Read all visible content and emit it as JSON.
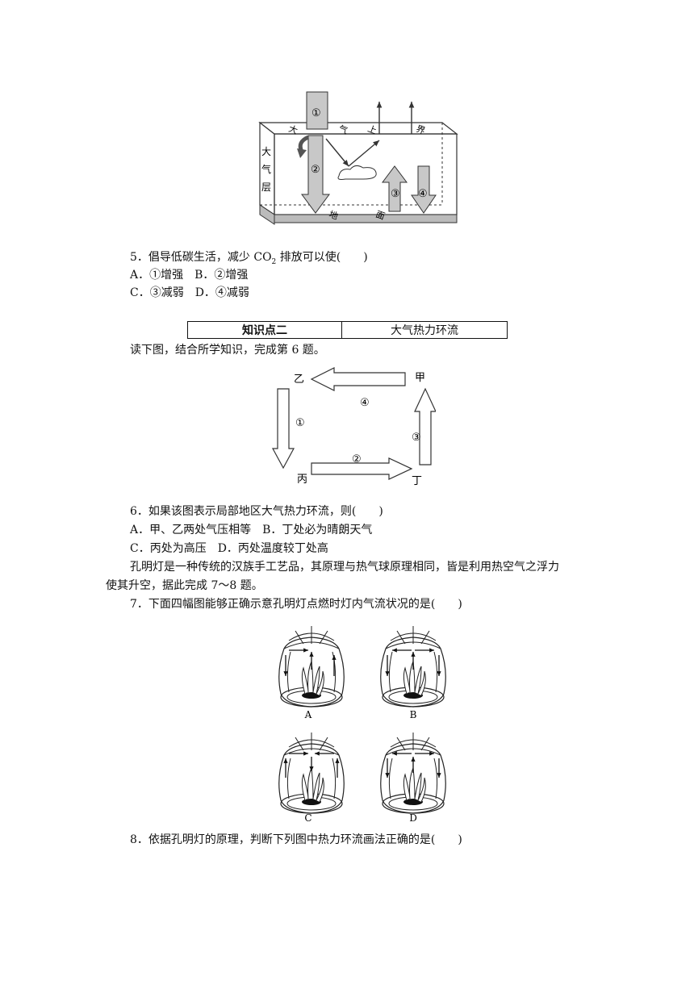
{
  "fig1": {
    "box1_label": "①",
    "side_chars": [
      "大",
      "气",
      "层"
    ],
    "top_chars": [
      "大",
      "气",
      "上",
      "界"
    ],
    "ground_chars": [
      "地",
      "面"
    ],
    "arrow_labels": [
      "②",
      "③",
      "④"
    ]
  },
  "q5": {
    "stem_pre": "5．倡导低碳生活，减少 CO",
    "stem_sub": "2",
    "stem_post": " 排放可以使(　　)",
    "line1": "A．①增强　B．②增强",
    "line2": "C．③减弱　D．④减弱"
  },
  "knowledge_point": {
    "title": "知识点二",
    "topic": "大气热力环流"
  },
  "intro6": "读下图，结合所学知识，完成第 6 题。",
  "fig2": {
    "corners": {
      "jia": "甲",
      "yi": "乙",
      "bing": "丙",
      "ding": "丁"
    },
    "arrows": {
      "a1": "①",
      "a2": "②",
      "a3": "③",
      "a4": "④"
    }
  },
  "q6": {
    "stem": "6．如果该图表示局部地区大气热力环流，则(　　)",
    "line1": "A．甲、乙两处气压相等　B．丁处必为晴朗天气",
    "line2": "C．丙处为高压　D．丙处温度较丁处高"
  },
  "passage": {
    "line1": "孔明灯是一种传统的汉族手工艺品，其原理与热气球原理相同，皆是利用热空气之浮力",
    "line2": "使其升空，据此完成 7～8 题。"
  },
  "q7": {
    "stem": "7．下面四幅图能够正确示意孔明灯点燃时灯内气流状况的是(　　)"
  },
  "lanterns": [
    {
      "label": "A"
    },
    {
      "label": "B"
    },
    {
      "label": "C"
    },
    {
      "label": "D"
    }
  ],
  "q8": {
    "stem": "8．依据孔明灯的原理，判断下列图中热力环流画法正确的是(　　)"
  }
}
